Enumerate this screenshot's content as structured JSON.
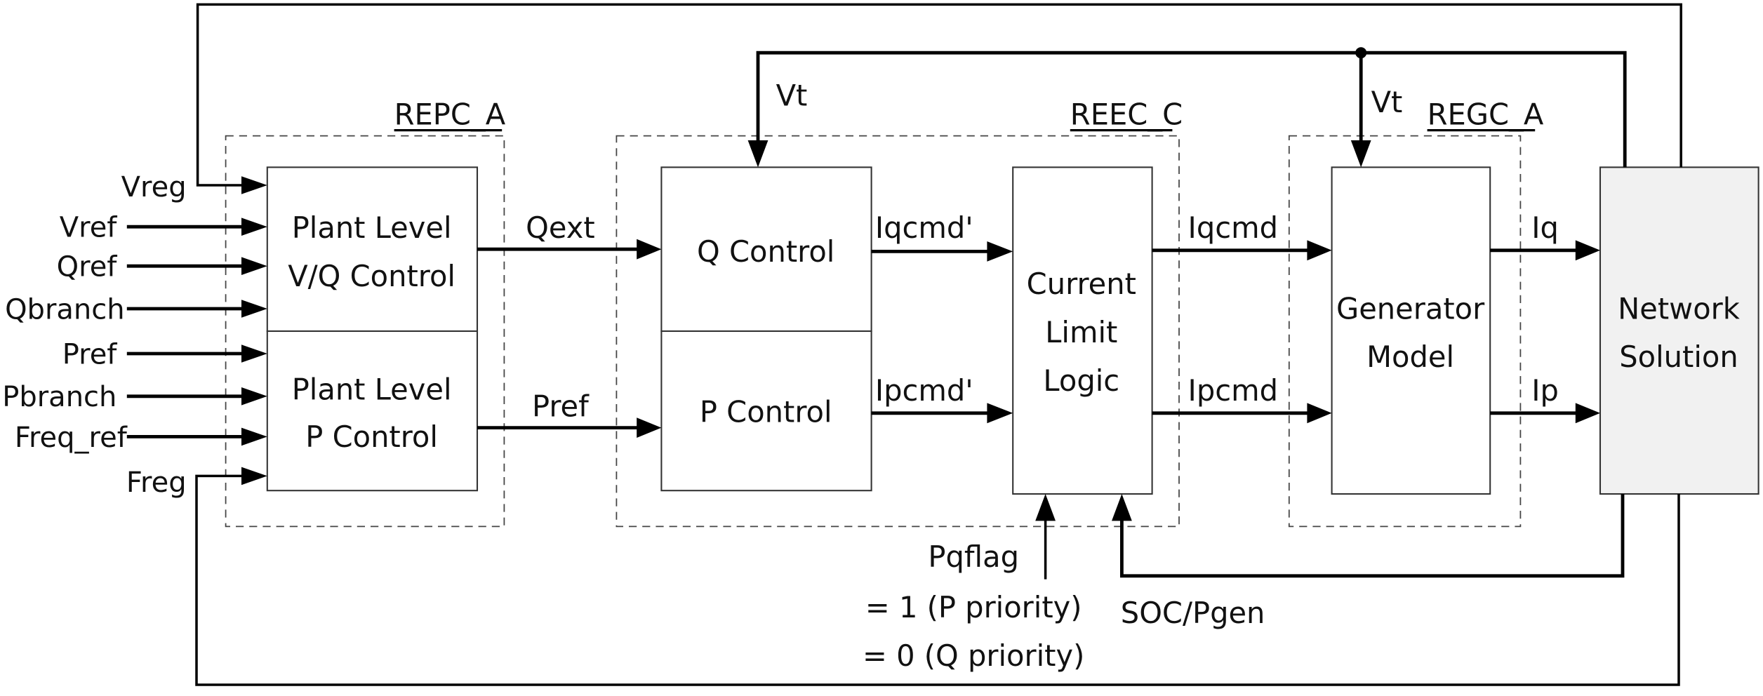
{
  "diagram": {
    "groups": [
      {
        "id": "repc",
        "label": "REPC_A"
      },
      {
        "id": "reec",
        "label": "REEC_C"
      },
      {
        "id": "regc",
        "label": "REGC_A"
      }
    ],
    "blocks": {
      "plant_vq": [
        "Plant Level",
        "V/Q Control"
      ],
      "plant_p": [
        "Plant Level",
        "P Control"
      ],
      "q_control": [
        "Q Control"
      ],
      "p_control": [
        "P Control"
      ],
      "current_limit": [
        "Current",
        "Limit",
        "Logic"
      ],
      "generator": [
        "Generator",
        "Model"
      ],
      "network": [
        "Network",
        "Solution"
      ]
    },
    "inputs": [
      "Vreg",
      "Vref",
      "Qref",
      "Qbranch",
      "Pref",
      "Pbranch",
      "Freq_ref",
      "Freg"
    ],
    "signals": {
      "qext": "Qext",
      "pref": "Pref",
      "iqcmd_prime": "Iqcmd'",
      "ipcmd_prime": "Ipcmd'",
      "iqcmd": "Iqcmd",
      "ipcmd": "Ipcmd",
      "iq": "Iq",
      "ip": "Ip",
      "vt_left": "Vt",
      "vt_right": "Vt",
      "pqflag": "Pqflag",
      "pqflag_1": "= 1 (P priority)",
      "pqflag_0": "= 0 (Q priority)",
      "soc": "SOC/Pgen"
    }
  }
}
